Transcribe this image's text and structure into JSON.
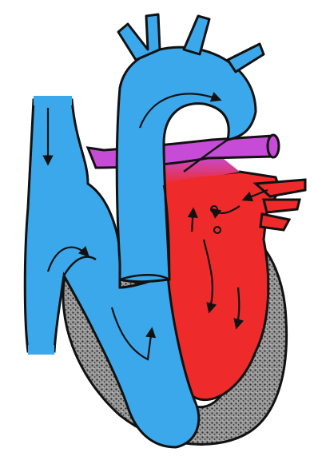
{
  "diagram": {
    "title": "",
    "colors": {
      "deoxygenated": "#3aa8ea",
      "oxygenated": "#ee2a2a",
      "pulmonary": "#c64cd8",
      "septum": "#8b8b8b",
      "outline": "#111111",
      "background": "#ffffff"
    },
    "regions": [
      {
        "name": "superior-vena-cava",
        "color": "deoxygenated"
      },
      {
        "name": "right-atrium",
        "color": "deoxygenated"
      },
      {
        "name": "right-ventricle",
        "color": "deoxygenated"
      },
      {
        "name": "aorta",
        "color": "deoxygenated"
      },
      {
        "name": "aortic-arch-branches",
        "color": "deoxygenated"
      },
      {
        "name": "pulmonary-artery",
        "color": "pulmonary"
      },
      {
        "name": "left-atrium",
        "color": "oxygenated"
      },
      {
        "name": "left-ventricle",
        "color": "oxygenated"
      },
      {
        "name": "pulmonary-veins",
        "color": "oxygenated"
      },
      {
        "name": "myocardium-wall",
        "color": "septum"
      }
    ],
    "arrow_icons": [
      "flow-arrow-icon"
    ]
  }
}
